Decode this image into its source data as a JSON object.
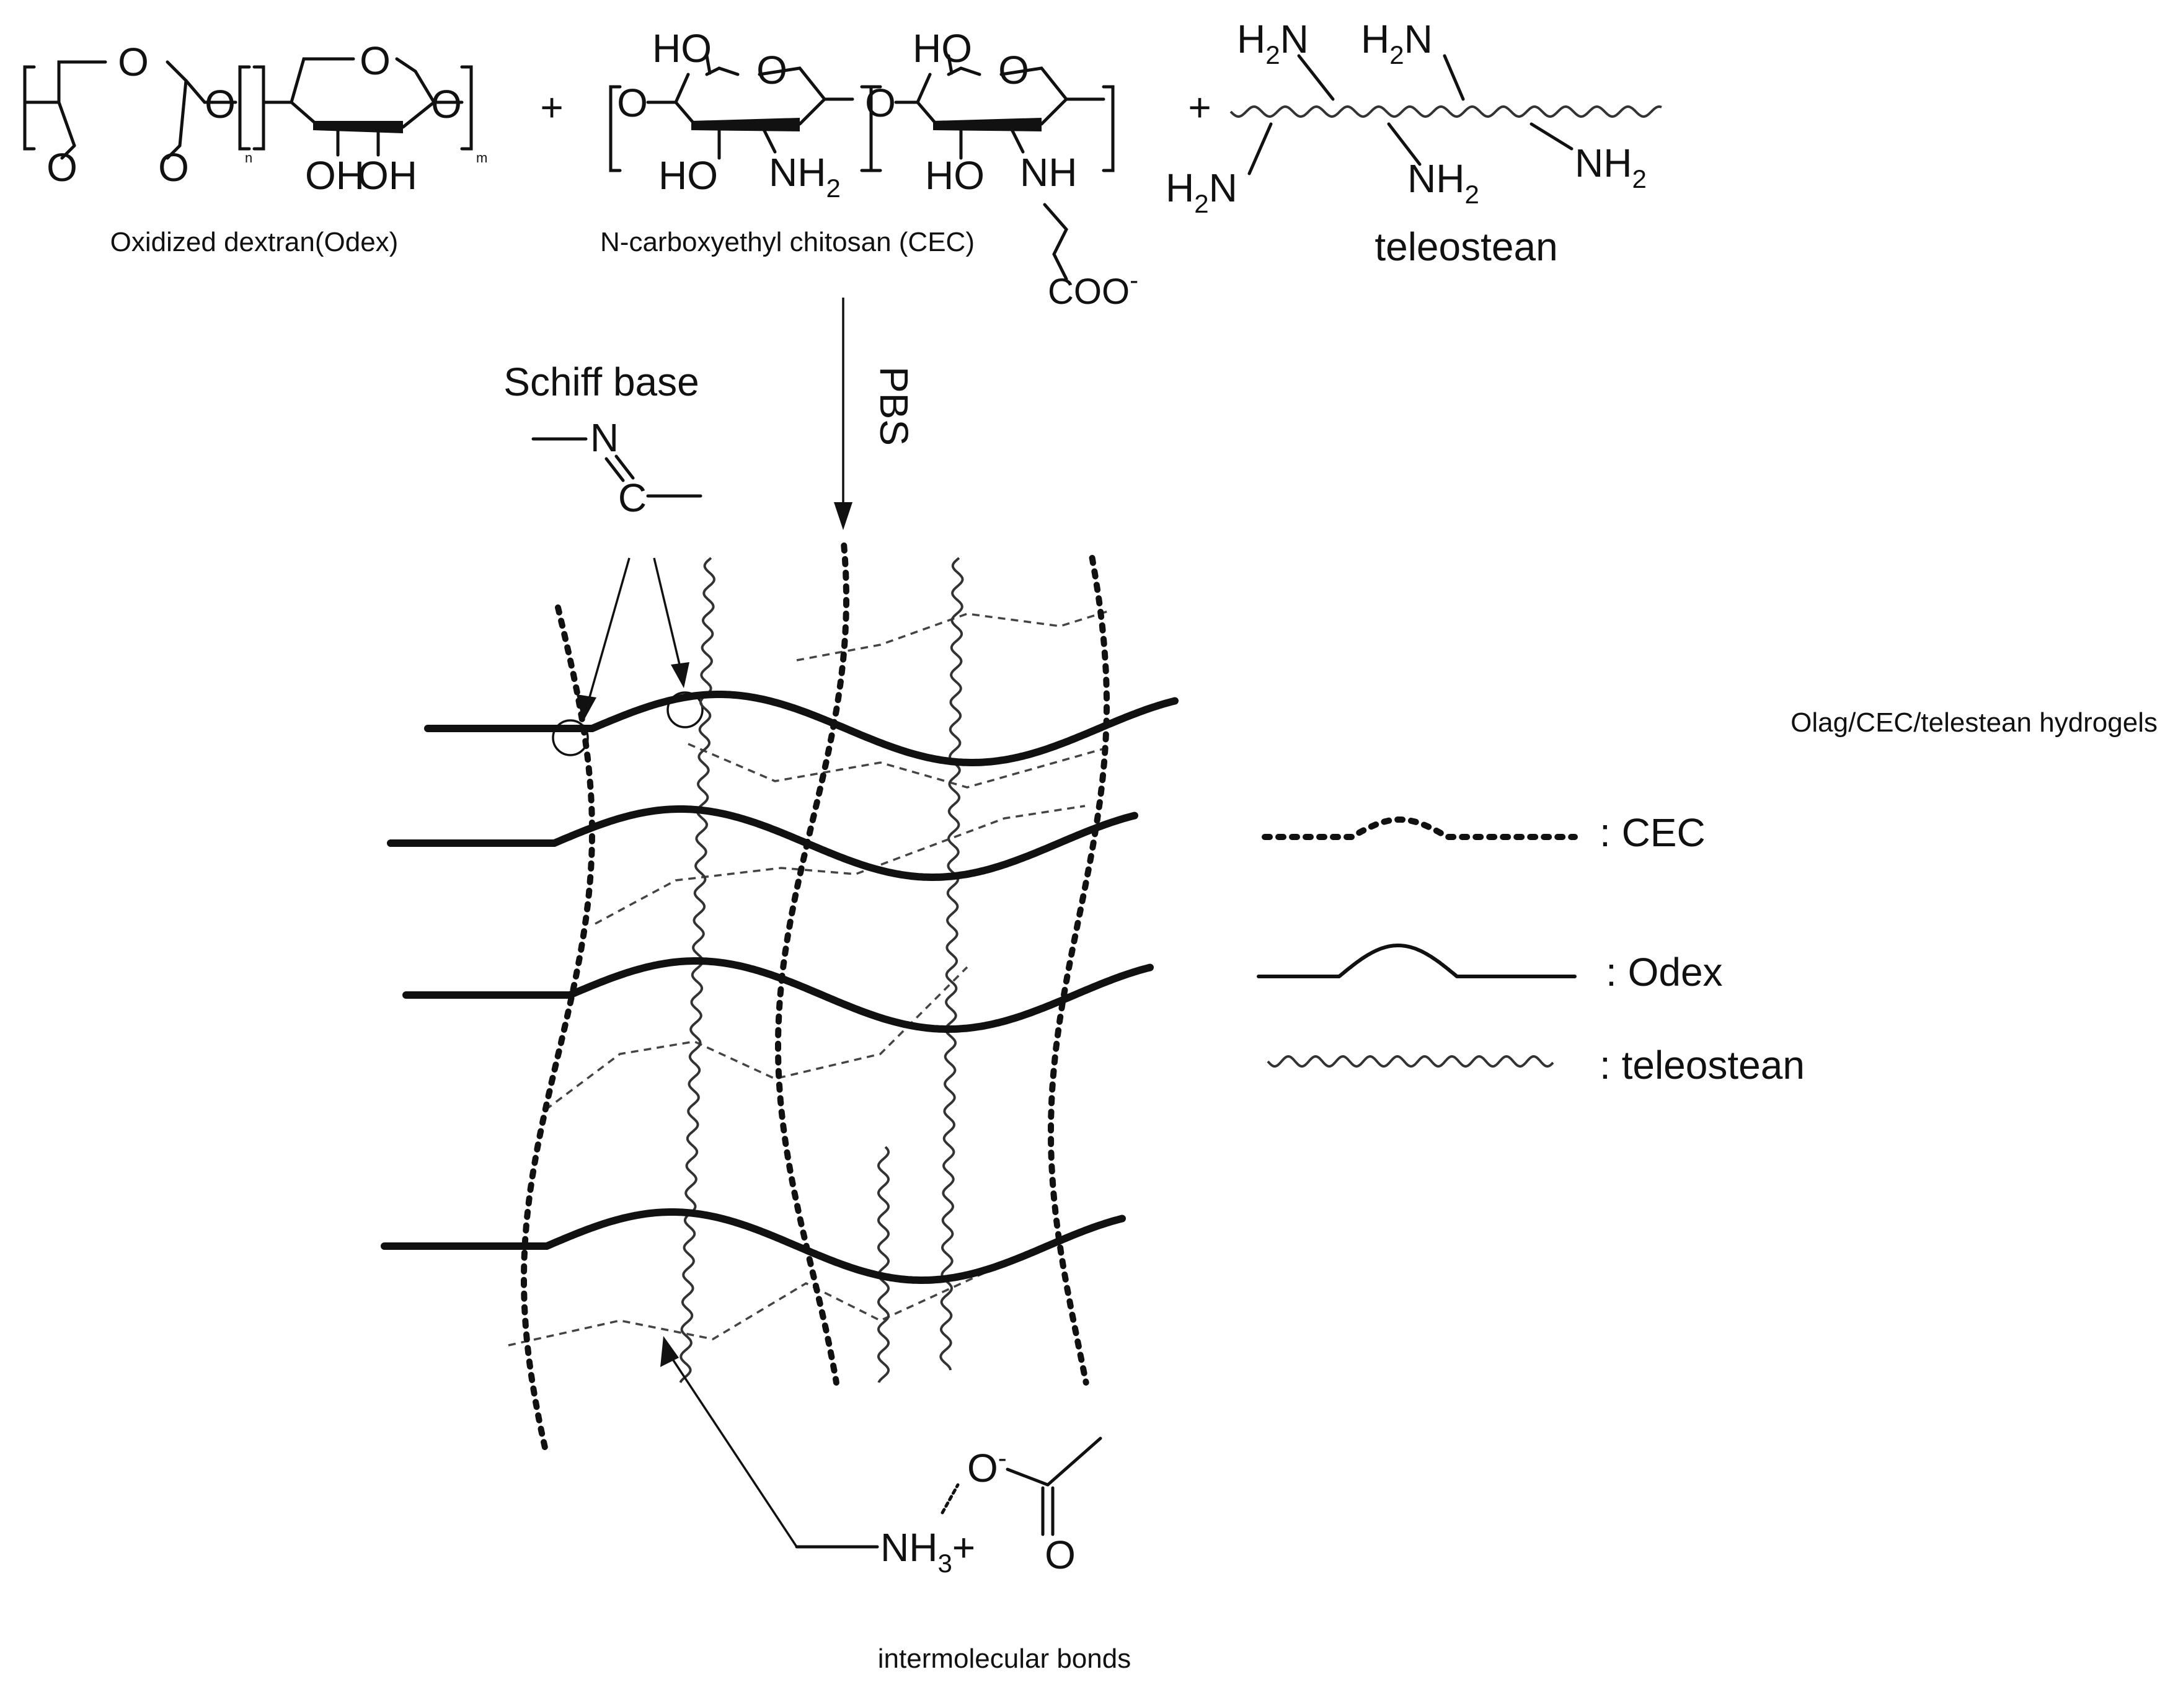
{
  "reactants": {
    "odex": {
      "name": "Oxidized dextran(Odex)",
      "atom_O": "O",
      "atom_OH": "OH",
      "subscript_n": "n",
      "subscript_m": "m"
    },
    "cec": {
      "name": "N-carboxyethyl chitosan (CEC)",
      "atom_HO": "HO",
      "atom_O": "O",
      "atom_N": "N",
      "atom_H": "H",
      "atom_NH": "NH",
      "sub_2": "2",
      "carboxylate": "COO",
      "charge_minus": "-"
    },
    "teleostean": {
      "name": "teleostean",
      "atom_H": "H",
      "atom_N": "N",
      "atom_NH": "NH",
      "sub_2": "2"
    },
    "plus_sign": "+"
  },
  "reaction_condition": "PBS",
  "schiff_base": {
    "label": "Schiff base",
    "atom_N": "N",
    "atom_C": "C"
  },
  "network": {
    "title": "Olag/CEC/telestean hydrogels"
  },
  "legend": {
    "items": [
      {
        "type": "dotted",
        "label": ": CEC"
      },
      {
        "type": "solid",
        "label": ": Odex"
      },
      {
        "type": "wavy",
        "label": ":  teleostean"
      }
    ]
  },
  "ionic_bond": {
    "atom_NH": "NH",
    "sub_3": "3",
    "charge_plus": "+",
    "atom_O": "O",
    "charge_minus": "-",
    "label": "intermolecular bonds"
  }
}
